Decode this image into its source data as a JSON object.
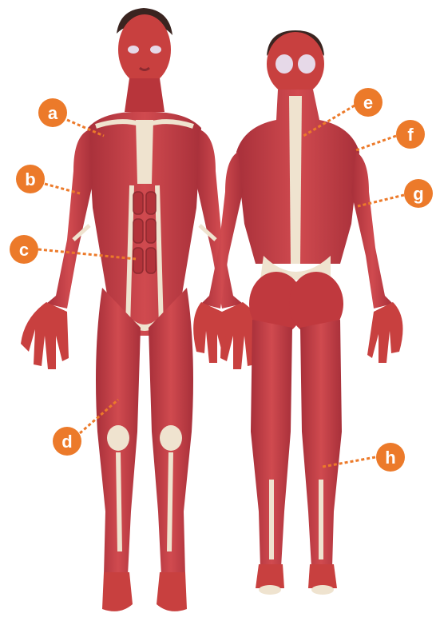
{
  "colors": {
    "muscle": "#c23a3f",
    "muscle_dark": "#9f2c32",
    "muscle_light": "#d9585b",
    "tendon": "#efe3cf",
    "hair": "#3a2420",
    "label_badge": "#ec7a2a",
    "leader_line": "#ec7a2a",
    "background": "#ffffff"
  },
  "labels": [
    {
      "id": "a",
      "text": "a",
      "side": "left",
      "figure": "front",
      "region": "shoulder"
    },
    {
      "id": "b",
      "text": "b",
      "side": "left",
      "figure": "front",
      "region": "upper-arm"
    },
    {
      "id": "c",
      "text": "c",
      "side": "left",
      "figure": "front",
      "region": "abdomen"
    },
    {
      "id": "d",
      "text": "d",
      "side": "left",
      "figure": "front",
      "region": "thigh"
    },
    {
      "id": "e",
      "text": "e",
      "side": "right",
      "figure": "back",
      "region": "upper-back"
    },
    {
      "id": "f",
      "text": "f",
      "side": "right",
      "figure": "back",
      "region": "shoulder"
    },
    {
      "id": "g",
      "text": "g",
      "side": "right",
      "figure": "back",
      "region": "upper-arm"
    },
    {
      "id": "h",
      "text": "h",
      "side": "right",
      "figure": "back",
      "region": "calf"
    }
  ]
}
